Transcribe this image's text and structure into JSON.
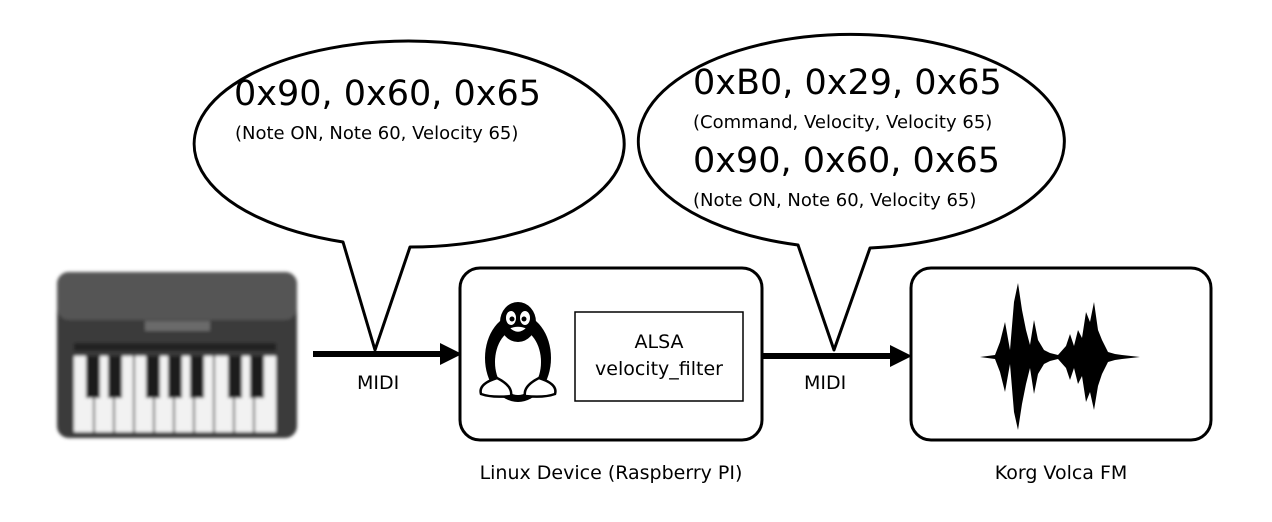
{
  "bubbles": {
    "left": {
      "hex": "0x90, 0x60, 0x65",
      "desc": "(Note ON, Note 60, Velocity 65)"
    },
    "right": {
      "hex1": "0xB0, 0x29, 0x65",
      "desc1": "(Command, Velocity, Velocity 65)",
      "hex2": "0x90, 0x60, 0x65",
      "desc2": "(Note ON, Note 60, Velocity 65)"
    }
  },
  "links": {
    "left_label": "MIDI",
    "right_label": "MIDI"
  },
  "nodes": {
    "keyboard": {
      "icon": "piano-keyboard-icon"
    },
    "linux": {
      "icon": "tux-penguin-icon",
      "box_line1": "ALSA",
      "box_line2": "velocity_filter",
      "caption": "Linux Device (Raspberry PI)"
    },
    "synth": {
      "icon": "sound-waveform-icon",
      "caption": "Korg Volca FM"
    }
  },
  "colors": {
    "stroke": "#000000",
    "fill": "#ffffff",
    "keyboard_body": "#3a3a3a"
  }
}
